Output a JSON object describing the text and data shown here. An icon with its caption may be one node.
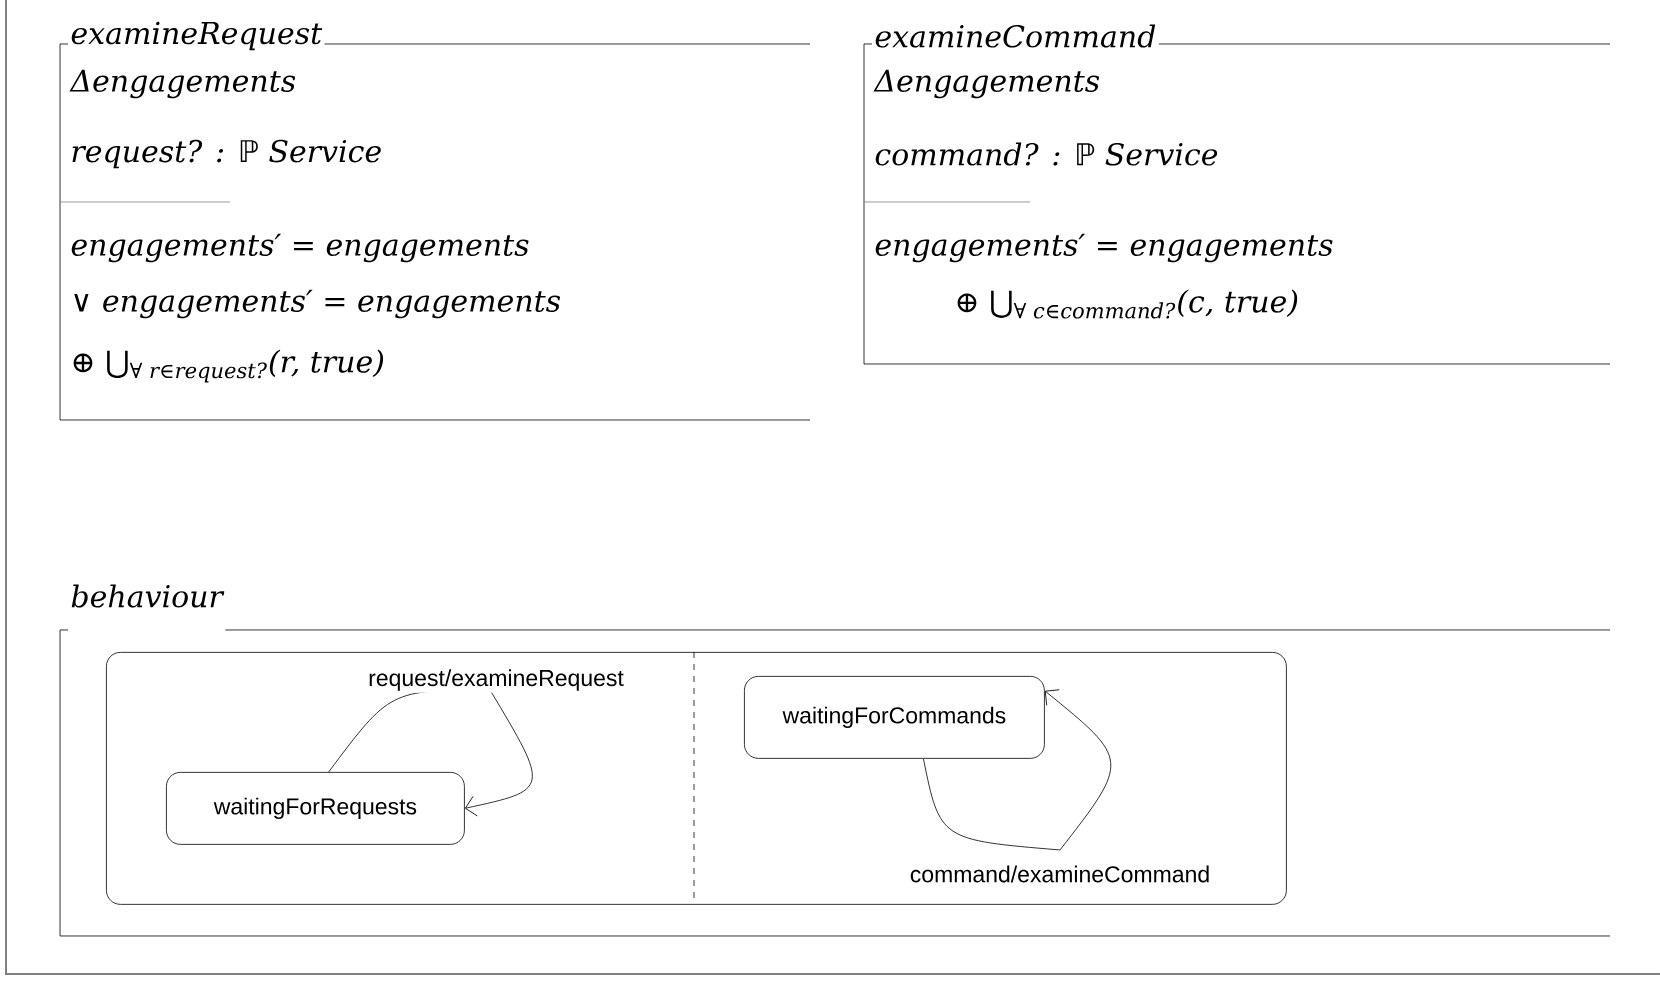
{
  "diagram": {
    "nodes": [
      {
        "text": [
          "examineRequest",
          "Δengagements",
          "request? : ℙ Service",
          "engagements′ = engagements",
          "∨ engagements′ = engagements",
          "⊕ ⋃$_{∀ r∈request?}$(r, true)"
        ]
      },
      {
        "text": [
          "examineCommand",
          "Δengagements",
          "command? : ℙ Service",
          "engagements′ = engagements",
          "⊕ ⋃$_{∀ c∈command?}$(c, true)"
        ]
      },
      {
        "text": [
          "behaviour"
        ]
      },
      {
        "text": [],
        "shape": "box",
        "in": 2
      },
      {
        "text": [
          "waitingForRequests"
        ],
        "in": 3
      },
      {
        "text": [
          "waitingForCommands"
        ],
        "in": 3
      }
    ],
    "edges": [
      {
        "from": 4,
        "to": 4,
        "arrow": "to",
        "label": "request/examineRequest"
      },
      {
        "from": 5,
        "to": 5,
        "arrow": "to",
        "label": "command/examineCommand"
      }
    ]
  }
}
